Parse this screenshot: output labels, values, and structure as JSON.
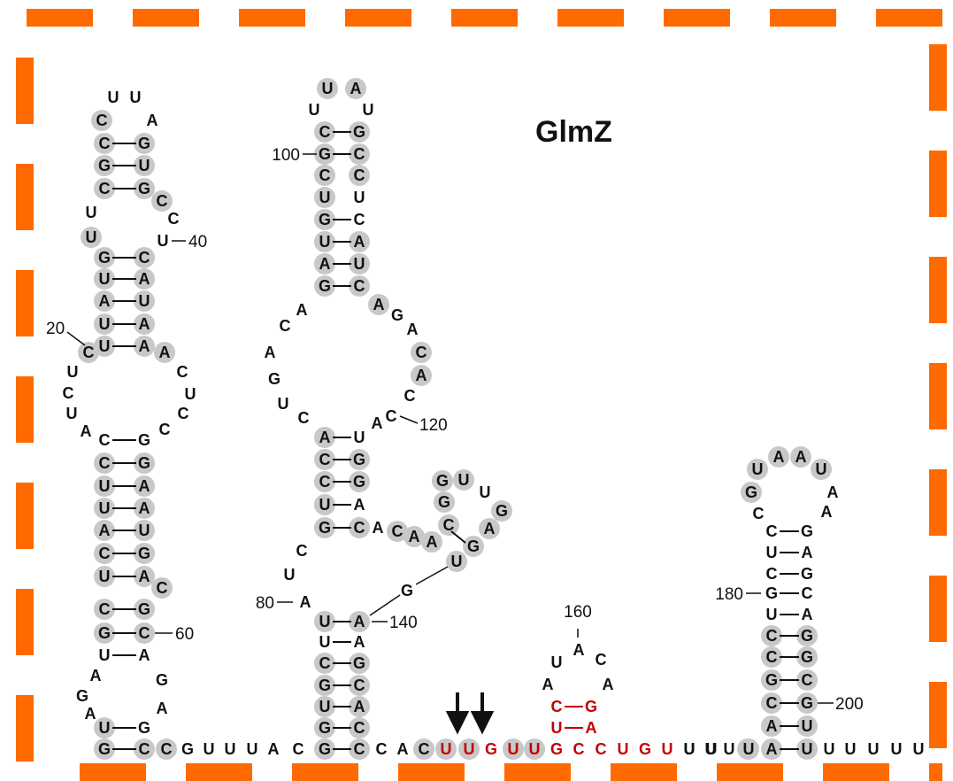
{
  "title": "GlmZ",
  "colors": {
    "border": "#ff6a00",
    "highlight": "#c8c8c8",
    "red": "#c00000",
    "black": "#111111"
  },
  "numbers": [
    "20",
    "40",
    "60",
    "80",
    "100",
    "120",
    "140",
    "160",
    "180",
    "200"
  ],
  "hairpin1": {
    "pairs_top": [
      [
        "C",
        "G"
      ],
      [
        "G",
        "U"
      ],
      [
        "C",
        "G"
      ]
    ],
    "pairs_mid": [
      [
        "G",
        "C"
      ],
      [
        "U",
        "A"
      ],
      [
        "A",
        "U"
      ],
      [
        "U",
        "A"
      ],
      [
        "U",
        "A"
      ]
    ],
    "pairs_low": [
      [
        "C",
        "G"
      ],
      [
        "C",
        "G"
      ],
      [
        "U",
        "A"
      ],
      [
        "U",
        "A"
      ],
      [
        "A",
        "U"
      ],
      [
        "C",
        "G"
      ],
      [
        "U",
        "A"
      ],
      [
        "C",
        "G"
      ],
      [
        "G",
        "C"
      ],
      [
        "U",
        "A"
      ]
    ],
    "pairs_base": [
      [
        "U",
        "G"
      ],
      [
        "G",
        "C"
      ]
    ]
  },
  "hairpin2": {
    "loop": [
      "U",
      "A"
    ],
    "pairs_upper": [
      [
        "C",
        "G"
      ],
      [
        "G",
        "C"
      ],
      [
        "C",
        "C"
      ],
      [
        "U",
        "U"
      ],
      [
        "G",
        "C"
      ],
      [
        "U",
        "A"
      ],
      [
        "A",
        "U"
      ],
      [
        "G",
        "C"
      ]
    ],
    "pairs_mid": [
      [
        "A",
        "U"
      ],
      [
        "C",
        "G"
      ],
      [
        "C",
        "G"
      ],
      [
        "U",
        "A"
      ],
      [
        "G",
        "C"
      ]
    ],
    "pairs_low": [
      [
        "U",
        "A"
      ],
      [
        "U",
        "A"
      ],
      [
        "C",
        "G"
      ],
      [
        "G",
        "C"
      ],
      [
        "U",
        "A"
      ],
      [
        "G",
        "C"
      ],
      [
        "G",
        "C"
      ]
    ]
  },
  "hairpin3": {
    "loop_top": [
      "U",
      "A",
      "A",
      "U"
    ],
    "pairs": [
      [
        "C",
        "G"
      ],
      [
        "U",
        "A"
      ],
      [
        "C",
        "G"
      ],
      [
        "G",
        "C"
      ],
      [
        "U",
        "A"
      ],
      [
        "C",
        "G"
      ],
      [
        "C",
        "G"
      ],
      [
        "G",
        "C"
      ],
      [
        "C",
        "G"
      ],
      [
        "A",
        "U"
      ],
      [
        "A",
        "U"
      ]
    ]
  },
  "baseline": [
    "C",
    "G",
    "U",
    "U",
    "U",
    "A",
    "C",
    "G",
    "C",
    "C",
    "A",
    "C",
    "U",
    "U",
    "G",
    "U",
    "U",
    "G",
    "C",
    "C",
    "U",
    "G",
    "U",
    "U",
    "U",
    "U",
    "A",
    "U",
    "U",
    "U",
    "U",
    "U"
  ]
}
